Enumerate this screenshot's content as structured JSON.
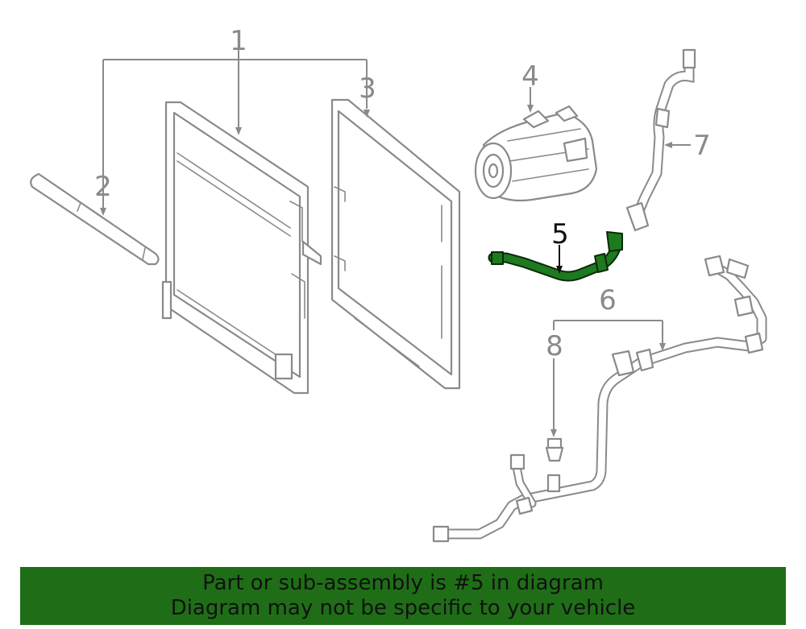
{
  "callouts": {
    "c1": "1",
    "c2": "2",
    "c3": "3",
    "c4": "4",
    "c5": "5",
    "c6": "6",
    "c7": "7",
    "c8": "8"
  },
  "highlighted_part": "5",
  "colors": {
    "highlight": "#1e7a1e",
    "banner": "#1f6e17",
    "linework": "#8a8a8a"
  },
  "banner": {
    "line1": "Part or sub-assembly is #5 in diagram",
    "line2": "Diagram may not be specific to your vehicle"
  }
}
